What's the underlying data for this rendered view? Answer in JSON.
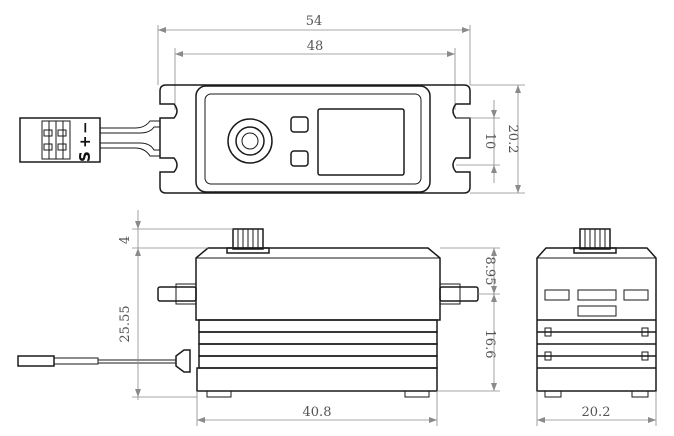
{
  "dimensions": {
    "top_total_width": "54",
    "top_hole_spacing": "48",
    "top_hole_gap": "10",
    "top_height": "20.2",
    "front_gear_height": "4",
    "front_total_height": "25.55",
    "front_top_to_tab": "8.95",
    "front_tab_to_bottom": "16.6",
    "front_width": "40.8",
    "side_width": "20.2"
  },
  "connector": {
    "label_signal": "S",
    "label_plus": "+",
    "label_minus": "−"
  },
  "colors": {
    "line": "#1a1a1a",
    "dimension": "#8a8a8a",
    "text": "#555555"
  }
}
